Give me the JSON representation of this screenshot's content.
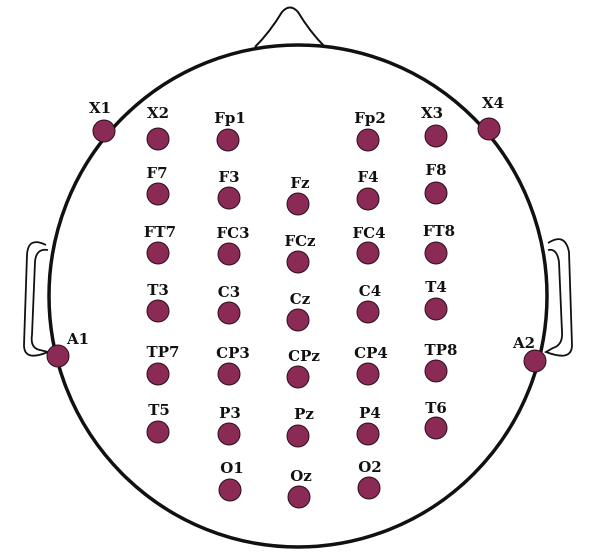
{
  "colors": {
    "electrode_fill": "#8b2a55",
    "outline": "#111111",
    "background": "#ffffff"
  },
  "electrodes": [
    {
      "id": "x1",
      "label": "X1"
    },
    {
      "id": "x2",
      "label": "X2"
    },
    {
      "id": "fp1",
      "label": "Fp1"
    },
    {
      "id": "fp2",
      "label": "Fp2"
    },
    {
      "id": "x3",
      "label": "X3"
    },
    {
      "id": "x4",
      "label": "X4"
    },
    {
      "id": "f7",
      "label": "F7"
    },
    {
      "id": "f3",
      "label": "F3"
    },
    {
      "id": "fz",
      "label": "Fz"
    },
    {
      "id": "f4",
      "label": "F4"
    },
    {
      "id": "f8",
      "label": "F8"
    },
    {
      "id": "ft7",
      "label": "FT7"
    },
    {
      "id": "fc3",
      "label": "FC3"
    },
    {
      "id": "fcz",
      "label": "FCz"
    },
    {
      "id": "fc4",
      "label": "FC4"
    },
    {
      "id": "ft8",
      "label": "FT8"
    },
    {
      "id": "t3",
      "label": "T3"
    },
    {
      "id": "c3",
      "label": "C3"
    },
    {
      "id": "cz",
      "label": "Cz"
    },
    {
      "id": "c4",
      "label": "C4"
    },
    {
      "id": "t4",
      "label": "T4"
    },
    {
      "id": "a1",
      "label": "A1"
    },
    {
      "id": "tp7",
      "label": "TP7"
    },
    {
      "id": "cp3",
      "label": "CP3"
    },
    {
      "id": "cpz",
      "label": "CPz"
    },
    {
      "id": "cp4",
      "label": "CP4"
    },
    {
      "id": "tp8",
      "label": "TP8"
    },
    {
      "id": "a2",
      "label": "A2"
    },
    {
      "id": "t5",
      "label": "T5"
    },
    {
      "id": "p3",
      "label": "P3"
    },
    {
      "id": "pz",
      "label": "Pz"
    },
    {
      "id": "p4",
      "label": "P4"
    },
    {
      "id": "t6",
      "label": "T6"
    },
    {
      "id": "o1",
      "label": "O1"
    },
    {
      "id": "oz",
      "label": "Oz"
    },
    {
      "id": "o2",
      "label": "O2"
    }
  ]
}
